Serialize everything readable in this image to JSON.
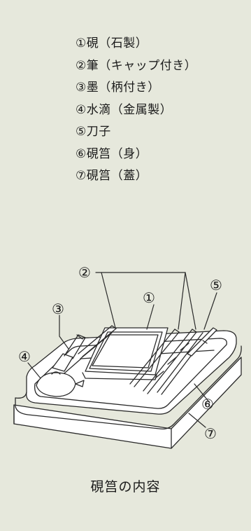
{
  "legend": {
    "items": [
      "①硯（石製）",
      "②筆（キャップ付き）",
      "③墨（柄付き）",
      "④水滴（金属製）",
      "⑤刀子",
      "⑥硯筥（身）",
      "⑦硯筥（蓋）"
    ]
  },
  "figure": {
    "callouts": {
      "c1": "①",
      "c2": "②",
      "c3": "③",
      "c4": "④",
      "c5": "⑤",
      "c6": "⑥",
      "c7": "⑦"
    }
  },
  "caption": "硯筥の内容",
  "colors": {
    "background": "#e6e8dc",
    "line": "#2a2a2a",
    "fill": "#ffffff"
  }
}
